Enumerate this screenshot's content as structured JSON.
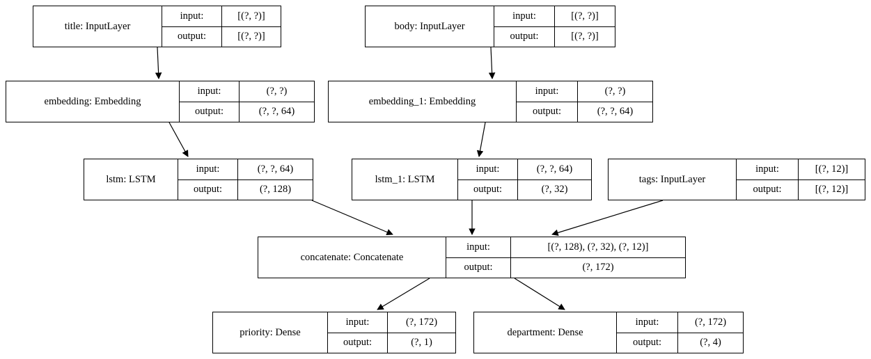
{
  "diagram": {
    "type": "keras-model-graph",
    "io_labels": {
      "input": "input:",
      "output": "output:"
    },
    "colors": {
      "border": "#000000",
      "background": "#ffffff",
      "text": "#000000"
    },
    "nodes": [
      {
        "id": "title",
        "name": "title: InputLayer",
        "input_shape": "[(?, ?)]",
        "output_shape": "[(?, ?)]"
      },
      {
        "id": "body",
        "name": "body: InputLayer",
        "input_shape": "[(?, ?)]",
        "output_shape": "[(?, ?)]"
      },
      {
        "id": "embedding",
        "name": "embedding: Embedding",
        "input_shape": "(?, ?)",
        "output_shape": "(?, ?, 64)"
      },
      {
        "id": "embedding_1",
        "name": "embedding_1: Embedding",
        "input_shape": "(?, ?)",
        "output_shape": "(?, ?, 64)"
      },
      {
        "id": "lstm",
        "name": "lstm: LSTM",
        "input_shape": "(?, ?, 64)",
        "output_shape": "(?, 128)"
      },
      {
        "id": "lstm_1",
        "name": "lstm_1: LSTM",
        "input_shape": "(?, ?, 64)",
        "output_shape": "(?, 32)"
      },
      {
        "id": "tags",
        "name": "tags: InputLayer",
        "input_shape": "[(?, 12)]",
        "output_shape": "[(?, 12)]"
      },
      {
        "id": "concatenate",
        "name": "concatenate: Concatenate",
        "input_shape": "[(?, 128), (?, 32), (?, 12)]",
        "output_shape": "(?, 172)"
      },
      {
        "id": "priority",
        "name": "priority: Dense",
        "input_shape": "(?, 172)",
        "output_shape": "(?, 1)"
      },
      {
        "id": "department",
        "name": "department: Dense",
        "input_shape": "(?, 172)",
        "output_shape": "(?, 4)"
      }
    ],
    "edges": [
      {
        "from": "title",
        "to": "embedding"
      },
      {
        "from": "body",
        "to": "embedding_1"
      },
      {
        "from": "embedding",
        "to": "lstm"
      },
      {
        "from": "embedding_1",
        "to": "lstm_1"
      },
      {
        "from": "lstm",
        "to": "concatenate"
      },
      {
        "from": "lstm_1",
        "to": "concatenate"
      },
      {
        "from": "tags",
        "to": "concatenate"
      },
      {
        "from": "concatenate",
        "to": "priority"
      },
      {
        "from": "concatenate",
        "to": "department"
      }
    ]
  }
}
